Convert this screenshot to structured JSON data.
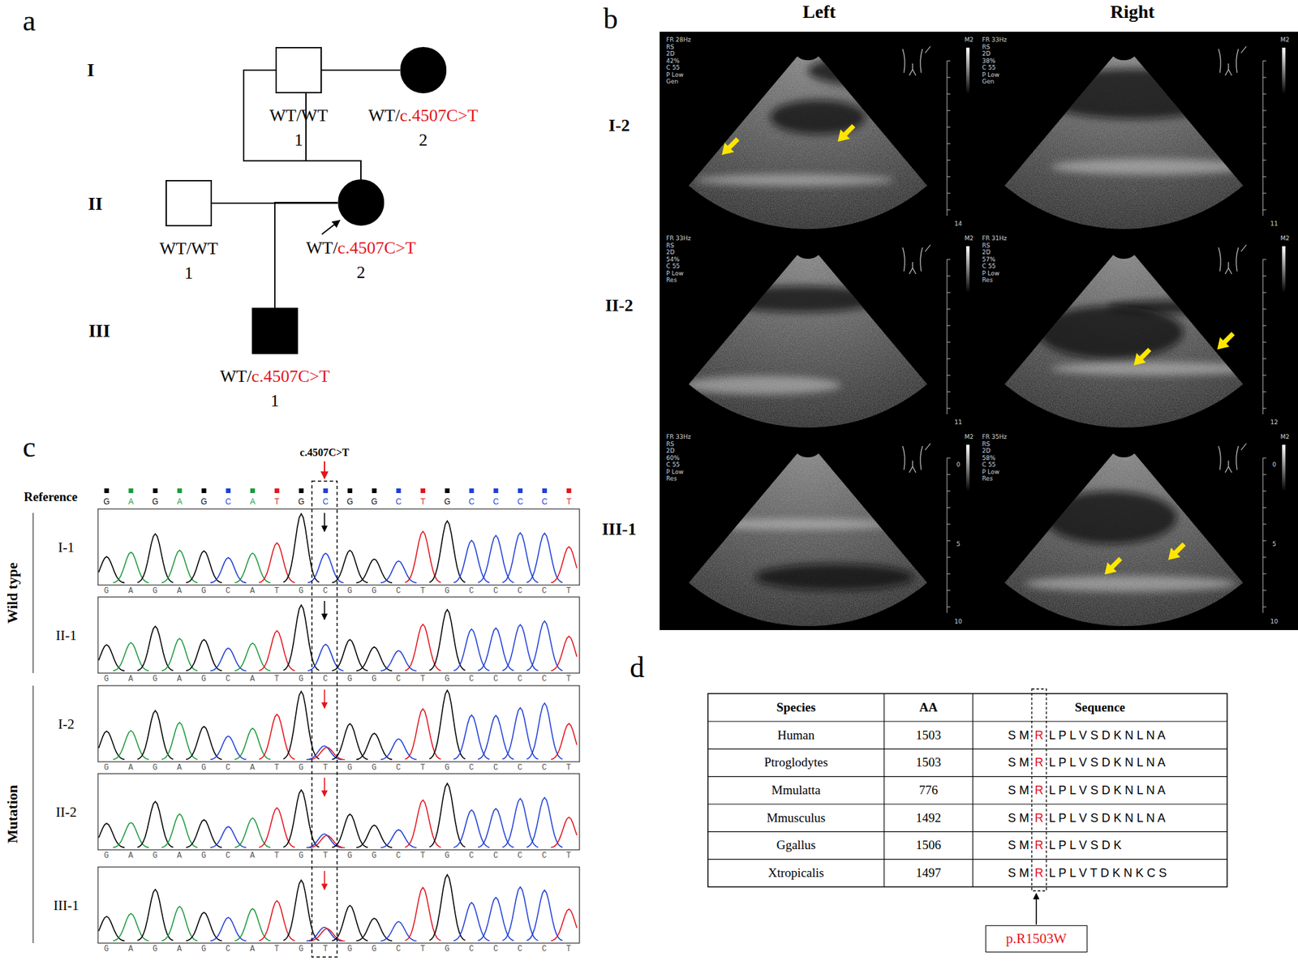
{
  "diagram": {
    "nodes": [
      {
        "text": [
          "WT/WT",
          "1"
        ]
      },
      {
        "text": [
          "WT/",
          "c.4507C>T",
          "2"
        ]
      },
      {
        "text": [
          "WT/WT",
          "1"
        ]
      },
      {
        "text": [
          "WT/",
          "c.4507C>T",
          "2"
        ]
      },
      {
        "text": [
          "WT/",
          "c.4507C>T",
          "1"
        ]
      },
      {
        "text": [
          "p.R1503W"
        ]
      }
    ],
    "edges": [
      {
        "from": 0,
        "to": 1,
        "arrow": "none"
      },
      {
        "from": 0,
        "to": 3,
        "arrow": "none"
      },
      {
        "from": 1,
        "to": 3,
        "arrow": "none"
      },
      {
        "from": 2,
        "to": 3,
        "arrow": "none"
      },
      {
        "from": 2,
        "to": 4,
        "arrow": "none"
      },
      {
        "from": 3,
        "to": 4,
        "arrow": "none"
      }
    ],
    "labels": [
      "a",
      "I",
      "II",
      "III",
      "b",
      "Left",
      "Right",
      "I-2",
      "II-2",
      "III-1",
      "FR 28Hz",
      "RS",
      "2D",
      "42%",
      "C 55",
      "P Low",
      "Gen",
      "M2",
      "14",
      "FR 33Hz",
      "RS",
      "2D",
      "38%",
      "C 55",
      "P Low",
      "Gen",
      "M2",
      "11",
      "FR 33Hz",
      "RS",
      "2D",
      "54%",
      "C 55",
      "P Low",
      "Res",
      "M2",
      "11",
      "FR 31Hz",
      "RS",
      "2D",
      "57%",
      "C 55",
      "P Low",
      "Res",
      "M2",
      "12",
      "FR 33Hz",
      "RS",
      "2D",
      "60%",
      "C 55",
      "P Low",
      "Res",
      "M2",
      "0",
      "5",
      "10",
      "FR 35Hz",
      "RS",
      "2D",
      "58%",
      "C 55",
      "P Low",
      "Res",
      "M2",
      "0",
      "5",
      "10",
      "c",
      "c.4507C>T",
      "Reference",
      "G",
      "A",
      "G",
      "A",
      "G",
      "C",
      "A",
      "T",
      "G",
      "C",
      "G",
      "G",
      "C",
      "T",
      "G",
      "C",
      "C",
      "C",
      "C",
      "T",
      "Wild type",
      "Mutation",
      "I-1",
      "II-1",
      "I-2",
      "II-2",
      "III-1",
      "G A G A G C A T G C G G C T G C C C C T",
      "G A G A G C A T G C G G C T G C C C C T",
      "G A G A G C A T G T G G C T G C C C C T",
      "G A G A G C A T G T G G C T G C C C C T",
      "G A G A G C A T G T G G C T G C C C C T",
      "d",
      "Species",
      "AA",
      "Sequence",
      "Human",
      "1503",
      "S M",
      "R",
      "L P L V S D K N L N A",
      "Ptroglodytes",
      "1503",
      "S M",
      "R",
      "L P L V S D K N L N A",
      "Mmulatta",
      "776",
      "S M",
      "R",
      "L P L V S D K N L N A",
      "Mmusculus",
      "1492",
      "S M",
      "R",
      "L P L V S D K N L N A",
      "Ggallus",
      "1506",
      "S M",
      "R",
      "L P L V S D K",
      "Xtropicalis",
      "1497",
      "S M",
      "R",
      "L P L V T D K N K C S"
    ]
  }
}
